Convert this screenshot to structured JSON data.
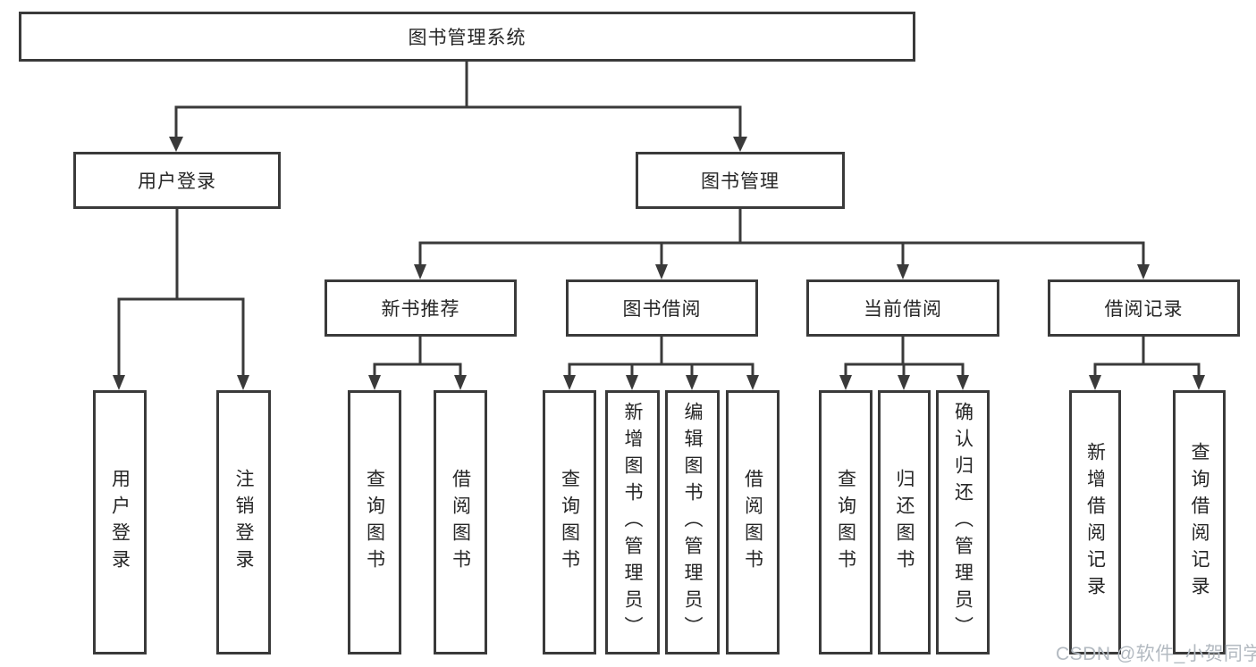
{
  "diagram": {
    "root": "图书管理系统",
    "level2": {
      "user_login": "用户登录",
      "book_management": "图书管理"
    },
    "level3": {
      "new_book_recommend": "新书推荐",
      "book_borrowing": "图书借阅",
      "current_borrowing": "当前借阅",
      "borrowing_records": "借阅记录"
    },
    "leaves": {
      "user_login_children": [
        "用户登录",
        "注销登录"
      ],
      "new_book_children": [
        "查询图书",
        "借阅图书"
      ],
      "book_borrowing_children": [
        "查询图书",
        "新增图书（管理员）",
        "编辑图书（管理员）",
        "借阅图书"
      ],
      "current_borrowing_children": [
        "查询图书",
        "归还图书",
        "确认归还（管理员）"
      ],
      "borrowing_records_children": [
        "新增借阅记录",
        "查询借阅记录"
      ]
    }
  },
  "watermark": "CSDN @软件_小贺同学",
  "colors": {
    "line": "#3a3a3a",
    "box_fill": "#ffffff",
    "text": "#262626",
    "watermark": "#b3bac1"
  }
}
